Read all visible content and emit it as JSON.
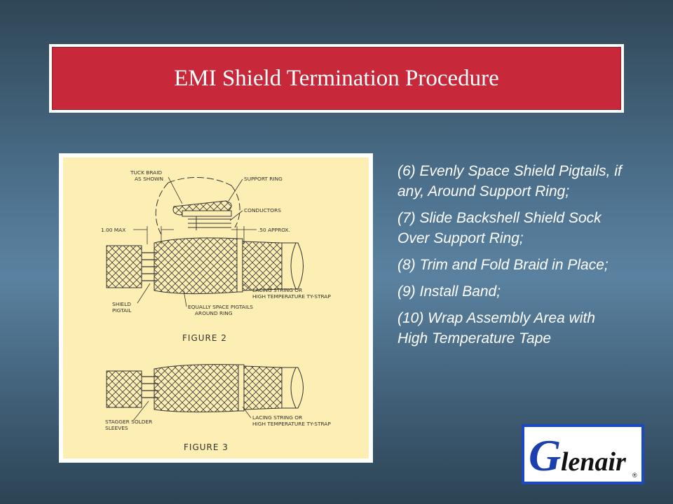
{
  "slide": {
    "title": "EMI Shield Termination Procedure",
    "steps": [
      "(6) Evenly Space Shield Pigtails, if any, Around Support Ring;",
      "(7) Slide Backshell Shield Sock Over Support Ring;",
      "(8) Trim and Fold Braid in Place;",
      "(9) Install Band;",
      "(10) Wrap Assembly Area with High Temperature Tape"
    ]
  },
  "figure": {
    "callouts": {
      "tuck_braid_1": "TUCK BRAID",
      "tuck_braid_2": "AS SHOWN",
      "support_ring": "SUPPORT RING",
      "conductors": "CONDUCTORS",
      "max_dim": "1.00 MAX",
      "approx_dim": ".50 APPROX.",
      "lacing_1": "LACING STRING OR",
      "lacing_2": "HIGH TEMPERATURE TY-STRAP",
      "shield_1": "SHIELD",
      "shield_2": "PIGTAIL",
      "equally_1": "EQUALLY SPACE PIGTAILS",
      "equally_2": "AROUND RING",
      "fig2_label": "FIGURE 2",
      "lacing_b1": "LACING STRING OR",
      "lacing_b2": "HIGH TEMPERATURE TY-STRAP",
      "stagger_1": "STAGGER SOLDER",
      "stagger_2": "SLEEVES",
      "fig3_label": "FIGURE 3"
    }
  },
  "logo": {
    "initial": "G",
    "rest": "lenair",
    "mark": "®",
    "colors": {
      "initial": "#1c3fae",
      "border": "#1d49c0"
    }
  },
  "colors": {
    "title_band": "#c8293a",
    "figure_background": "#fdeeb4",
    "text": "#ffffff"
  }
}
